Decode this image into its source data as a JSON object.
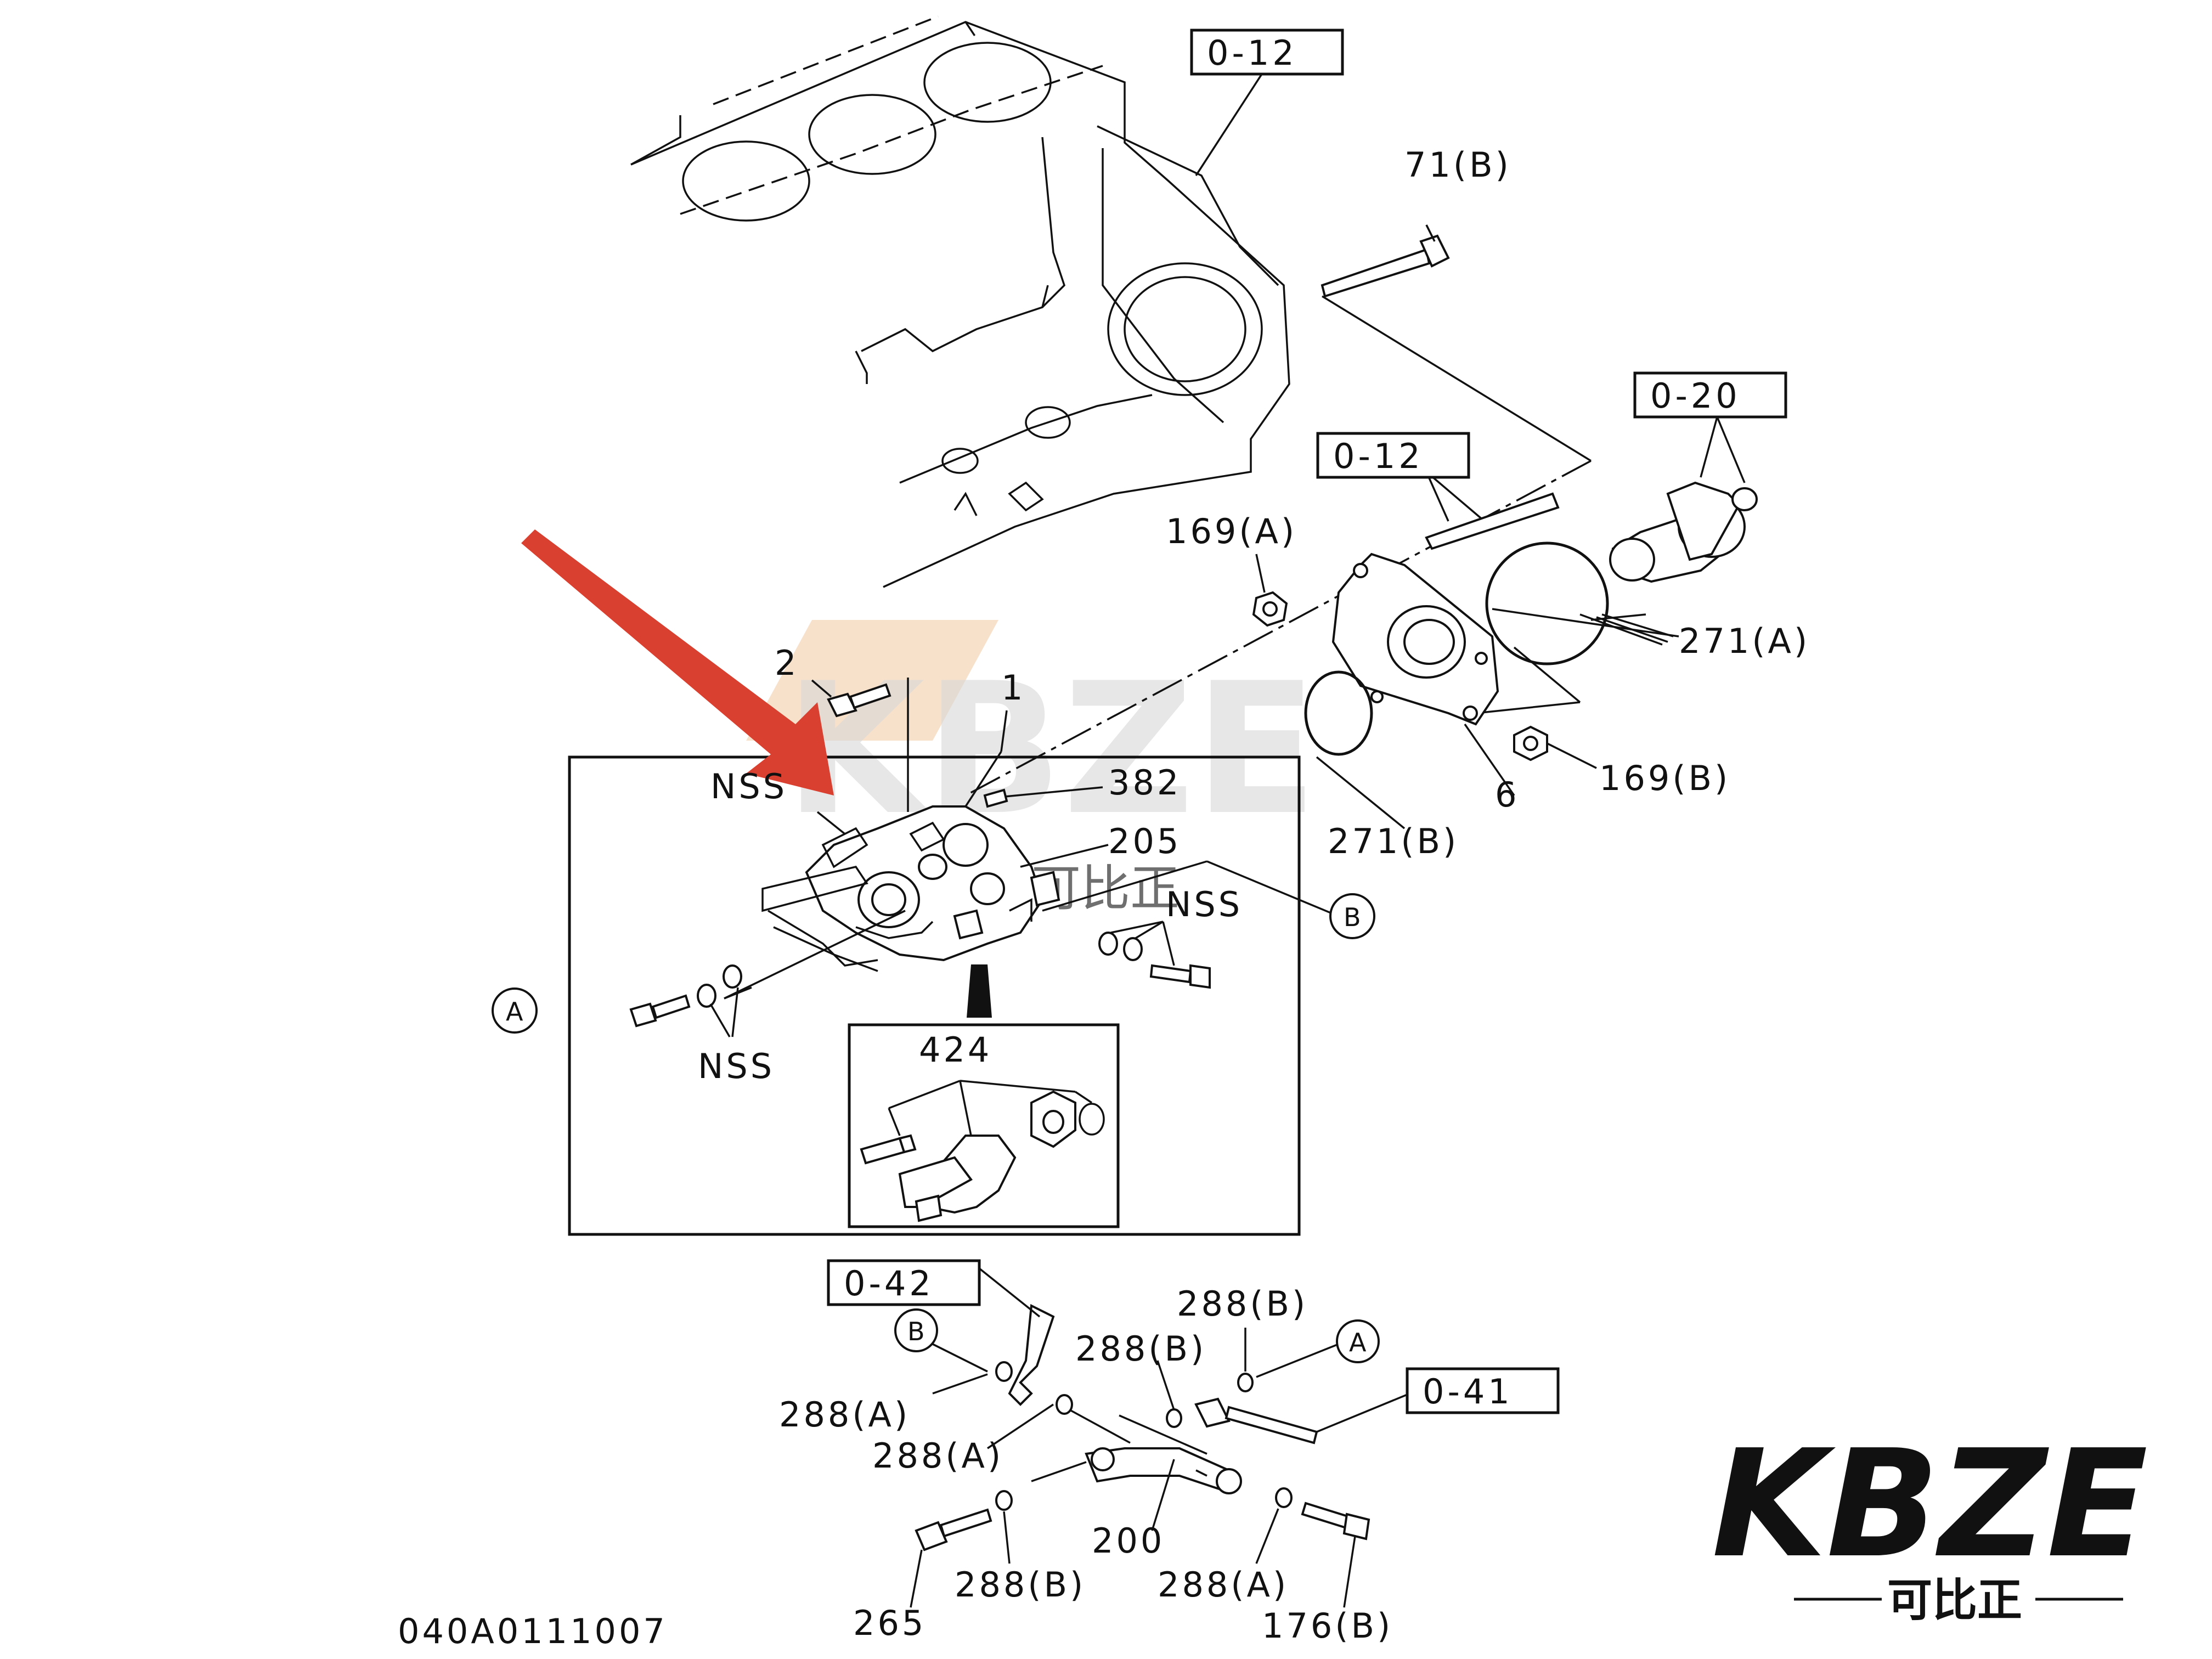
{
  "labels": {
    "ref_0_12_top": "0-12",
    "ref_0_12_mid": "0-12",
    "ref_0_20": "0-20",
    "ref_0_42": "0-42",
    "ref_0_41": "0-41",
    "p71b": "71(B)",
    "p169a": "169(A)",
    "p169b": "169(B)",
    "p271a": "271(A)",
    "p271b": "271(B)",
    "p6": "6",
    "p2": "2",
    "p1": "1",
    "p382": "382",
    "p205": "205",
    "p424": "424",
    "nss1": "NSS",
    "nss2": "NSS",
    "nss3": "NSS",
    "circle_a1": "A",
    "circle_b1": "B",
    "circle_b2": "B",
    "circle_a2": "A",
    "p288b_1": "288(B)",
    "p288b_2": "288(B)",
    "p288a_1": "288(A)",
    "p288a_2": "288(A)",
    "p200": "200",
    "p265": "265",
    "p288b_3": "288(B)",
    "p288a_3": "288(A)",
    "p176b": "176(B)",
    "diagram_code": "040A0111007"
  },
  "watermark": {
    "text": "KBZE",
    "sub": "可比正"
  },
  "logo": {
    "text": "KBZE",
    "sub": "可比正",
    "color": "#111111"
  },
  "arrow_color": "#d94030",
  "watermark_accent": "#f2c9a0"
}
